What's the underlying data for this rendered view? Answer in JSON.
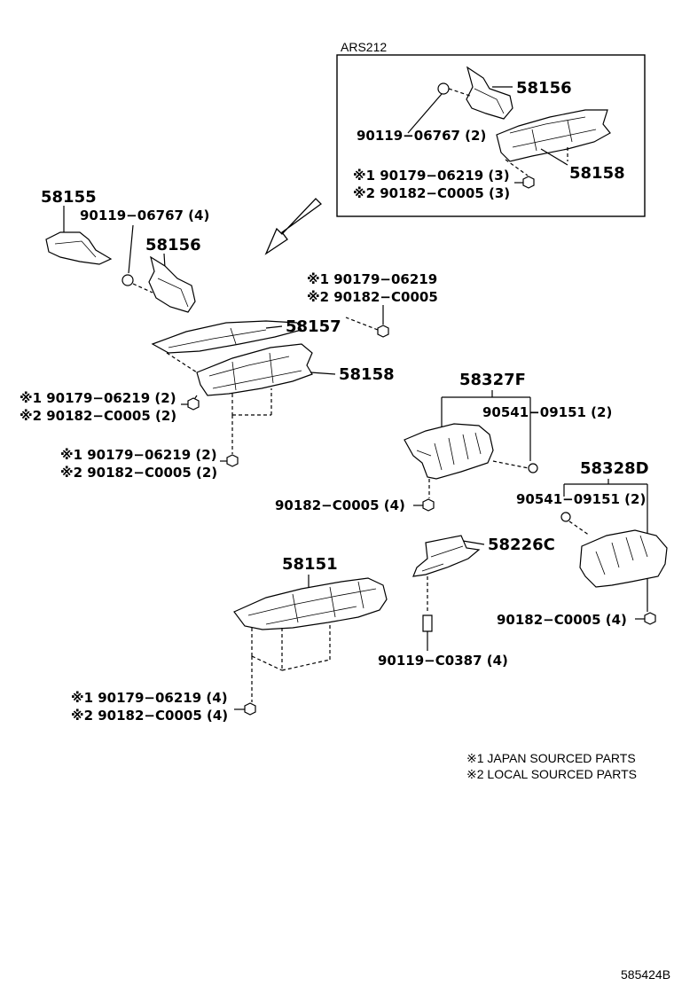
{
  "diagram": {
    "inset_title": "ARS212",
    "drawing_number": "585424B",
    "notes": [
      {
        "marker": "※1",
        "text": "JAPAN SOURCED PARTS"
      },
      {
        "marker": "※2",
        "text": "LOCAL SOURCED PARTS"
      }
    ],
    "inset_labels": {
      "p58156": "58156",
      "bolt": "90119−06767 (2)",
      "p58158": "58158",
      "m1": "※1 90179−06219 (3)",
      "m2": "※2 90182−C0005 (3)"
    },
    "labels": {
      "p58155": "58155",
      "bolt_a": "90119−06767 (4)",
      "p58156": "58156",
      "top_m1": "※1 90179−06219",
      "top_m2": "※2 90182−C0005",
      "p58157": "58157",
      "p58158": "58158",
      "left_m1": "※1 90179−06219 (2)",
      "left_m2": "※2 90182−C0005 (2)",
      "mid_m1": "※1 90179−06219 (2)",
      "mid_m2": "※2 90182−C0005 (2)",
      "p58327F": "58327F",
      "clip_f": "90541−09151 (2)",
      "nut_f": "90182−C0005 (4)",
      "p58328D": "58328D",
      "clip_d": "90541−09151 (2)",
      "nut_d": "90182−C0005 (4)",
      "p58226C": "58226C",
      "bolt_c": "90119−C0387 (4)",
      "p58151": "58151",
      "bot_m1": "※1 90179−06219 (4)",
      "bot_m2": "※2 90182−C0005 (4)"
    }
  }
}
